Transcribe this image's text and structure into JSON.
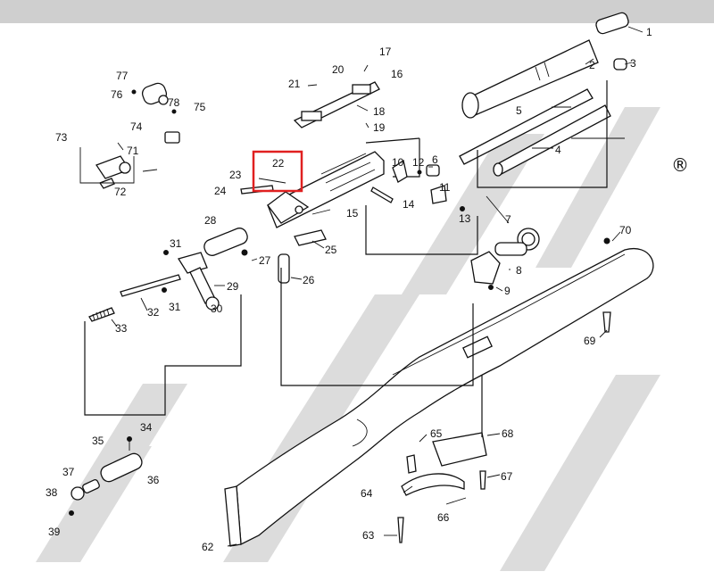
{
  "diagram": {
    "part_labels": [
      "1",
      "2",
      "3",
      "5",
      "4",
      "6",
      "7",
      "8",
      "9",
      "10",
      "11",
      "12",
      "13",
      "14",
      "15",
      "16",
      "17",
      "18",
      "19",
      "20",
      "21",
      "22",
      "23",
      "24",
      "25",
      "26",
      "27",
      "28",
      "29",
      "30",
      "31",
      "31",
      "32",
      "33",
      "34",
      "35",
      "36",
      "37",
      "38",
      "39",
      "62",
      "63",
      "64",
      "65",
      "66",
      "67",
      "68",
      "69",
      "70",
      "71",
      "72",
      "73",
      "74",
      "75",
      "76",
      "77",
      "78"
    ],
    "registered_mark": "®",
    "highlighted_label": "22",
    "colors": {
      "line": "#111111",
      "highlight": "#e02020",
      "watermark": "#dcdcdc",
      "top_bar": "#cfcfcf"
    }
  }
}
